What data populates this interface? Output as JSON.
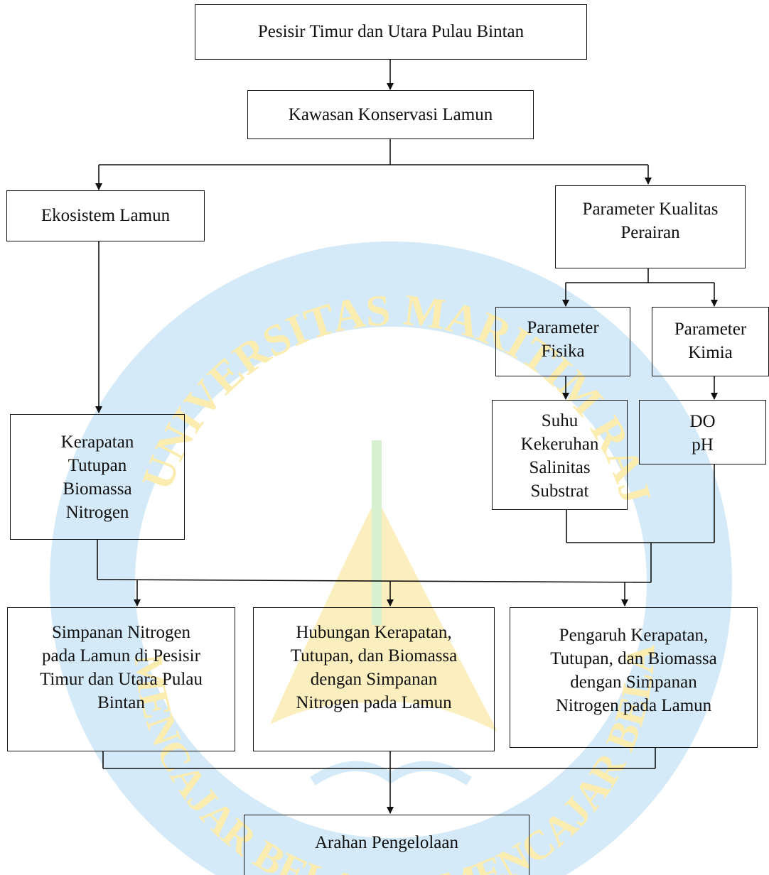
{
  "watermark": {
    "top_text": "UNIVERSITAS MARITIM RAJA ALI HAJI",
    "bottom_text": "MENCAJAR BELAJAR MENCAJAR BELAJAR PADA JE",
    "colors": {
      "ring": "#cfe7f6",
      "text": "#fbecb0",
      "sail": "#fcefbf",
      "mast": "#d6f0d0"
    }
  },
  "boxes": {
    "top": {
      "lines": [
        "Pesisir Timur dan Utara Pulau Bintan"
      ]
    },
    "kawasan": {
      "lines": [
        "Kawasan Konservasi Lamun"
      ]
    },
    "ekosistem": {
      "lines": [
        "Ekosistem Lamun"
      ]
    },
    "kualitas": {
      "lines": [
        "Parameter Kualitas",
        "Perairan"
      ]
    },
    "fisika": {
      "lines": [
        "Parameter",
        "Fisika"
      ]
    },
    "kimia": {
      "lines": [
        "Parameter",
        "Kimia"
      ]
    },
    "kerapatan": {
      "lines": [
        "Kerapatan",
        "Tutupan",
        "Biomassa",
        "Nitrogen"
      ]
    },
    "suhu": {
      "lines": [
        "Suhu",
        "Kekeruhan",
        "Salinitas",
        "Substrat"
      ]
    },
    "do": {
      "lines": [
        "DO",
        "pH"
      ]
    },
    "simpanan": {
      "lines": [
        "Simpanan Nitrogen",
        "pada Lamun di Pesisir",
        "Timur dan Utara Pulau",
        "Bintan"
      ]
    },
    "hubungan": {
      "lines": [
        "Hubungan Kerapatan,",
        "Tutupan, dan Biomassa",
        "dengan Simpanan",
        "Nitrogen pada Lamun"
      ]
    },
    "pengaruh": {
      "lines": [
        "Pengaruh Kerapatan,",
        "Tutupan, dan Biomassa",
        "dengan Simpanan",
        "Nitrogen pada Lamun"
      ]
    },
    "arahan": {
      "lines": [
        "Arahan Pengelolaan"
      ]
    }
  }
}
